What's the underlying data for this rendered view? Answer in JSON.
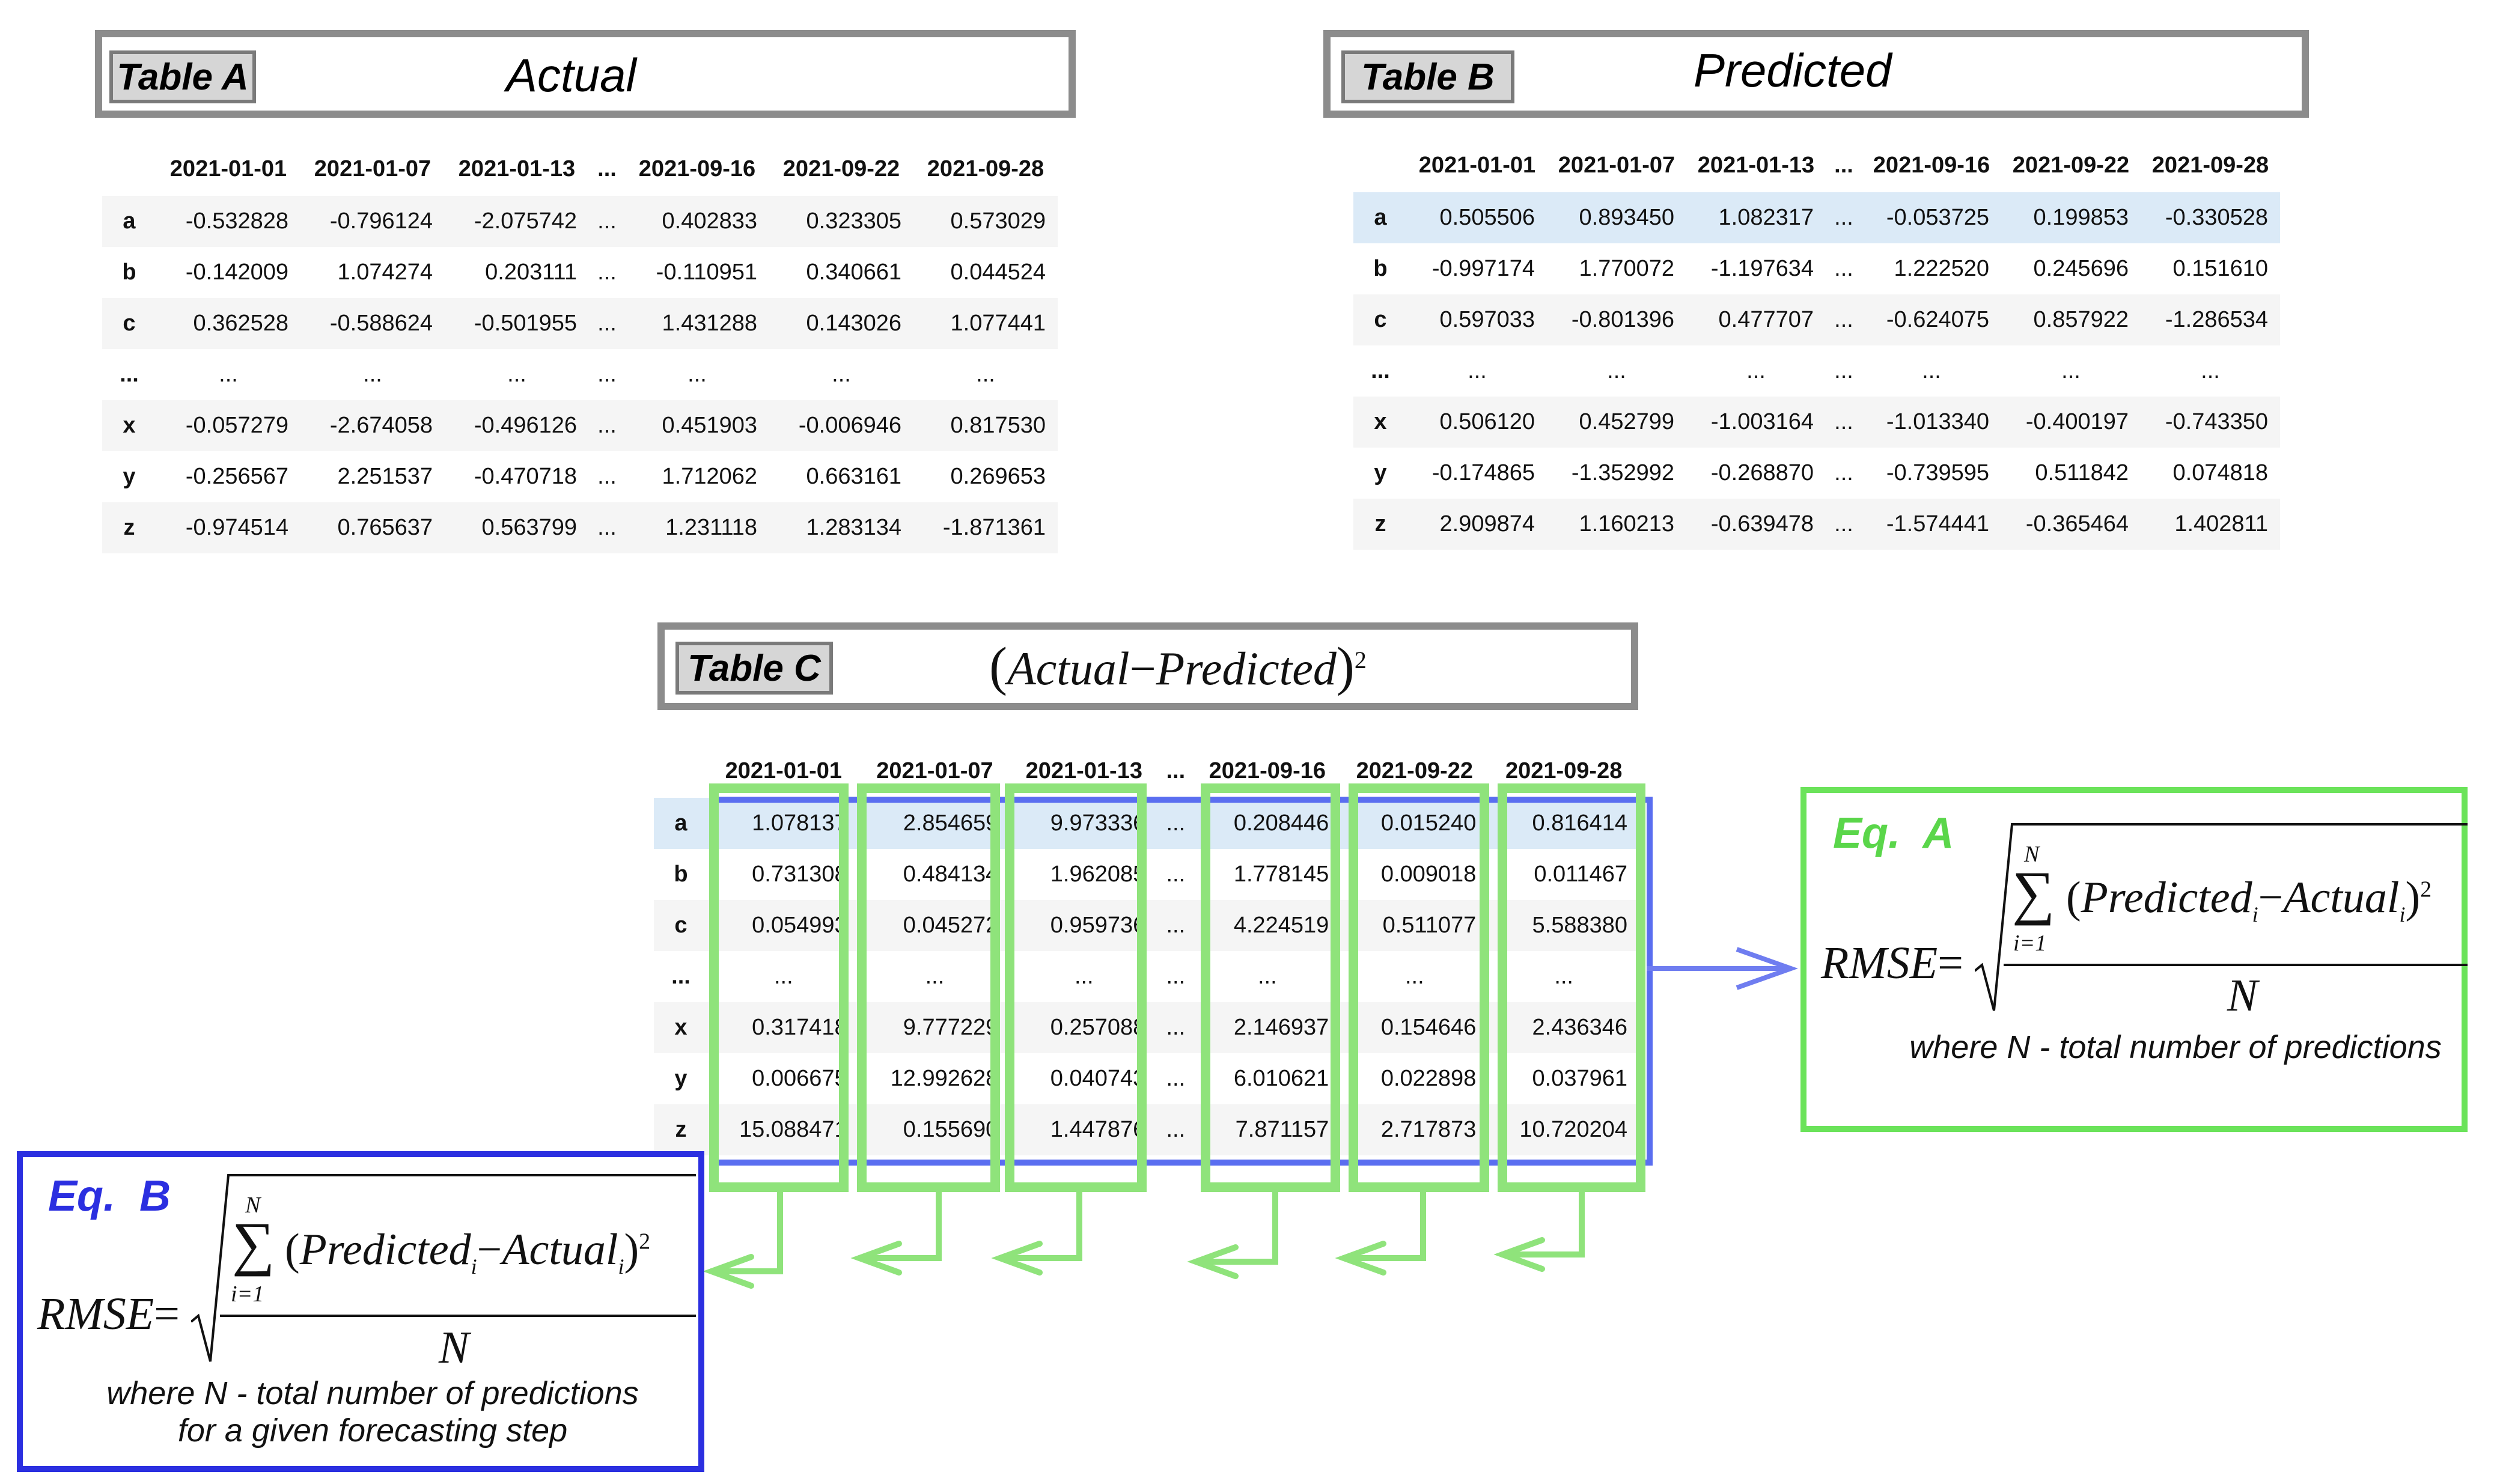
{
  "table_a": {
    "tag": "Table A",
    "title": "Actual",
    "columns": [
      "2021-01-01",
      "2021-01-07",
      "2021-01-13",
      "...",
      "2021-09-16",
      "2021-09-22",
      "2021-09-28"
    ],
    "rows": [
      {
        "label": "a",
        "values": [
          "-0.532828",
          "-0.796124",
          "-2.075742",
          "...",
          "0.402833",
          "0.323305",
          "0.573029"
        ]
      },
      {
        "label": "b",
        "values": [
          "-0.142009",
          "1.074274",
          "0.203111",
          "...",
          "-0.110951",
          "0.340661",
          "0.044524"
        ]
      },
      {
        "label": "c",
        "values": [
          "0.362528",
          "-0.588624",
          "-0.501955",
          "...",
          "1.431288",
          "0.143026",
          "1.077441"
        ]
      },
      {
        "label": "...",
        "values": [
          "...",
          "...",
          "...",
          "...",
          "...",
          "...",
          "..."
        ]
      },
      {
        "label": "x",
        "values": [
          "-0.057279",
          "-2.674058",
          "-0.496126",
          "...",
          "0.451903",
          "-0.006946",
          "0.817530"
        ]
      },
      {
        "label": "y",
        "values": [
          "-0.256567",
          "2.251537",
          "-0.470718",
          "...",
          "1.712062",
          "0.663161",
          "0.269653"
        ]
      },
      {
        "label": "z",
        "values": [
          "-0.974514",
          "0.765637",
          "0.563799",
          "...",
          "1.231118",
          "1.283134",
          "-1.871361"
        ]
      }
    ]
  },
  "table_b": {
    "tag": "Table B",
    "title": "Predicted",
    "columns": [
      "2021-01-01",
      "2021-01-07",
      "2021-01-13",
      "...",
      "2021-09-16",
      "2021-09-22",
      "2021-09-28"
    ],
    "rows": [
      {
        "label": "a",
        "values": [
          "0.505506",
          "0.893450",
          "1.082317",
          "...",
          "-0.053725",
          "0.199853",
          "-0.330528"
        ]
      },
      {
        "label": "b",
        "values": [
          "-0.997174",
          "1.770072",
          "-1.197634",
          "...",
          "1.222520",
          "0.245696",
          "0.151610"
        ]
      },
      {
        "label": "c",
        "values": [
          "0.597033",
          "-0.801396",
          "0.477707",
          "...",
          "-0.624075",
          "0.857922",
          "-1.286534"
        ]
      },
      {
        "label": "...",
        "values": [
          "...",
          "...",
          "...",
          "...",
          "...",
          "...",
          "..."
        ]
      },
      {
        "label": "x",
        "values": [
          "0.506120",
          "0.452799",
          "-1.003164",
          "...",
          "-1.013340",
          "-0.400197",
          "-0.743350"
        ]
      },
      {
        "label": "y",
        "values": [
          "-0.174865",
          "-1.352992",
          "-0.268870",
          "...",
          "-0.739595",
          "0.511842",
          "0.074818"
        ]
      },
      {
        "label": "z",
        "values": [
          "2.909874",
          "1.160213",
          "-0.639478",
          "...",
          "-1.574441",
          "-0.365464",
          "1.402811"
        ]
      }
    ]
  },
  "table_c": {
    "tag": "Table C",
    "title_parts": {
      "open": "(",
      "actual": "Actual",
      "minus": "−",
      "predicted": "Predicted",
      "close": ")",
      "exp": "2"
    },
    "columns": [
      "2021-01-01",
      "2021-01-07",
      "2021-01-13",
      "...",
      "2021-09-16",
      "2021-09-22",
      "2021-09-28"
    ],
    "rows": [
      {
        "label": "a",
        "values": [
          "1.078137",
          "2.854659",
          "9.973336",
          "...",
          "0.208446",
          "0.015240",
          "0.816414"
        ]
      },
      {
        "label": "b",
        "values": [
          "0.731308",
          "0.484134",
          "1.962085",
          "...",
          "1.778145",
          "0.009018",
          "0.011467"
        ]
      },
      {
        "label": "c",
        "values": [
          "0.054993",
          "0.045272",
          "0.959736",
          "...",
          "4.224519",
          "0.511077",
          "5.588380"
        ]
      },
      {
        "label": "...",
        "values": [
          "...",
          "...",
          "...",
          "...",
          "...",
          "...",
          "..."
        ]
      },
      {
        "label": "x",
        "values": [
          "0.317418",
          "9.777229",
          "0.257088",
          "...",
          "2.146937",
          "0.154646",
          "2.436346"
        ]
      },
      {
        "label": "y",
        "values": [
          "0.006675",
          "12.992628",
          "0.040743",
          "...",
          "6.010621",
          "0.022898",
          "0.037961"
        ]
      },
      {
        "label": "z",
        "values": [
          "15.088471",
          "0.155690",
          "1.447876",
          "...",
          "7.871157",
          "2.717873",
          "10.720204"
        ]
      }
    ]
  },
  "eq_a": {
    "label": "Eq.  A",
    "lhs": "RMSE",
    "equals": "=",
    "sum_top": "N",
    "sum_bottom": "i=1",
    "sigma": "∑",
    "numerator_open": "(",
    "numerator_predicted": "Predicted",
    "numerator_minus": "−",
    "numerator_actual": "Actual",
    "sub_i": "i",
    "numerator_close": ")",
    "exp": "2",
    "denominator": "N",
    "note": "where N - total number of predictions",
    "color": "#5ad64a"
  },
  "eq_b": {
    "label": "Eq.  B",
    "lhs": "RMSE",
    "equals": "=",
    "sum_top": "N",
    "sum_bottom": "i=1",
    "sigma": "∑",
    "numerator_open": "(",
    "numerator_predicted": "Predicted",
    "numerator_minus": "−",
    "numerator_actual": "Actual",
    "sub_i": "i",
    "numerator_close": ")",
    "exp": "2",
    "denominator": "N",
    "note_line1": "where N - total number of predictions",
    "note_line2": "for a given forecasting step",
    "color": "#2b2fe0"
  }
}
